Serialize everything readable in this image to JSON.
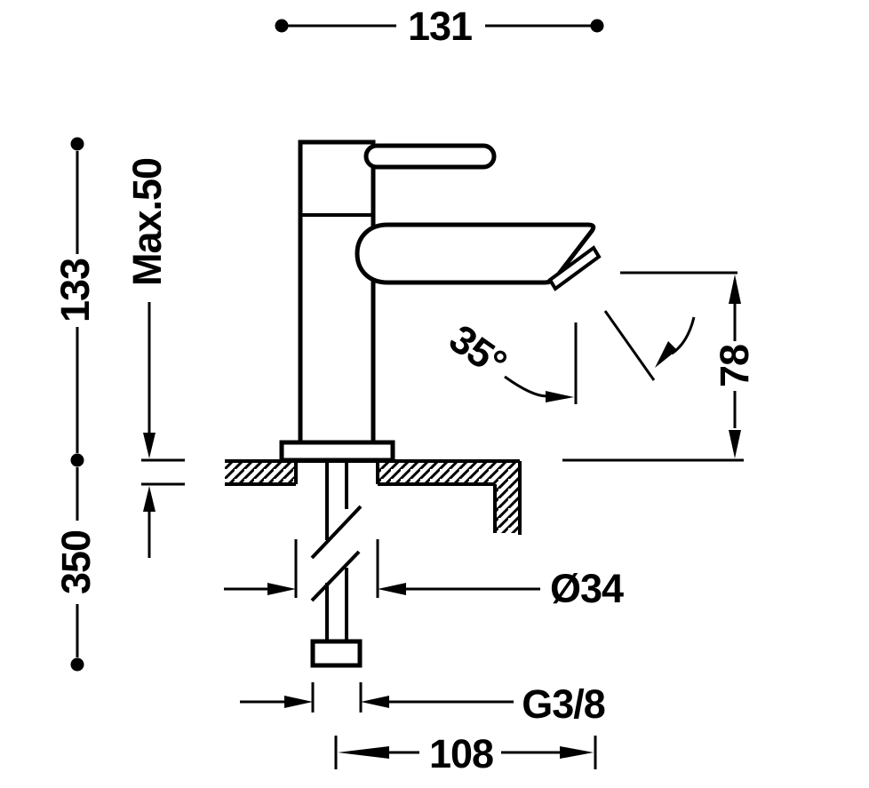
{
  "drawing": {
    "background_color": "#ffffff",
    "line_color": "#000000",
    "labels": {
      "total_width": "131",
      "body_height": "133",
      "max_deck_thickness": "Max.50",
      "hose_length": "350",
      "spout_angle": "35°",
      "outlet_height": "78",
      "hole_diameter": "Ø34",
      "connection_thread": "G3/8",
      "spout_reach": "108"
    }
  }
}
